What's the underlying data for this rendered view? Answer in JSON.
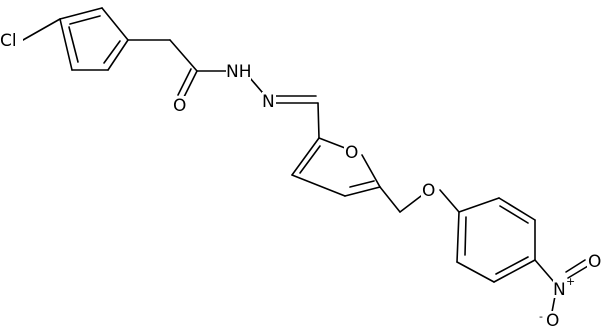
{
  "molecule": {
    "atoms": {
      "chlorine": "Cl",
      "amide_oxygen": "O",
      "hydrazide_nh": "NH",
      "imine_n": "N",
      "furan_oxygen": "O",
      "ether_oxygen": "O",
      "nitro_n": "N",
      "nitro_n_charge": "+",
      "nitro_o_top": "O",
      "nitro_o_bottom": "O",
      "nitro_o_bottom_charge": "-"
    }
  }
}
